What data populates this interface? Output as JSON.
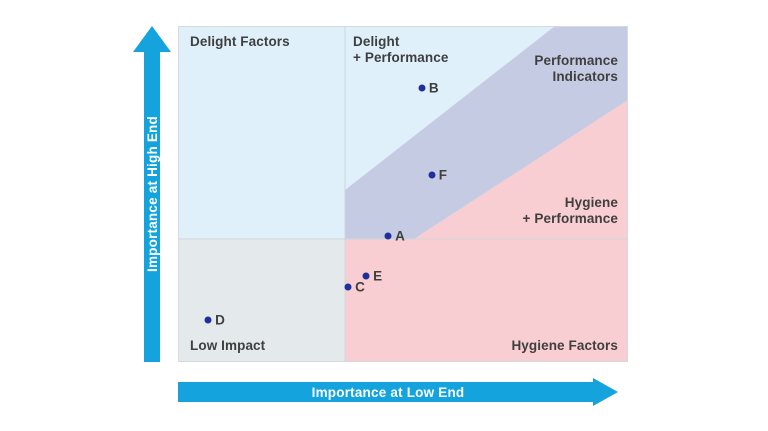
{
  "chart_data": {
    "type": "scatter",
    "title": "",
    "xlabel": "Importance at Low End",
    "ylabel": "Importance at High End",
    "xlim": [
      0,
      100
    ],
    "ylim": [
      0,
      100
    ],
    "grid": false,
    "legend": "none",
    "quadrants": [
      {
        "id": "delight-factors",
        "label": "Delight Factors",
        "color": "#dff0fa"
      },
      {
        "id": "delight-performance",
        "label": "Delight\n+ Performance",
        "color": "#dff0fa"
      },
      {
        "id": "performance-indicators",
        "label": "Performance\nIndicators",
        "color": "#c6cbe4"
      },
      {
        "id": "hygiene-performance",
        "label": "Hygiene\n+ Performance",
        "color": "#f8ced2"
      },
      {
        "id": "low-impact",
        "label": "Low Impact",
        "color": "#e4e9ec"
      },
      {
        "id": "hygiene-factors",
        "label": "Hygiene Factors",
        "color": "#f8ced2"
      }
    ],
    "points": [
      {
        "label": "A",
        "x": 46.7,
        "y": 37.5
      },
      {
        "label": "B",
        "x": 54.2,
        "y": 81.5
      },
      {
        "label": "C",
        "x": 37.8,
        "y": 22.3
      },
      {
        "label": "D",
        "x": 6.7,
        "y": 12.5
      },
      {
        "label": "E",
        "x": 41.8,
        "y": 25.6
      },
      {
        "label": "F",
        "x": 56.4,
        "y": 55.7
      }
    ],
    "point_color": "#1f2f9c",
    "axis_color": "#14a3dc",
    "text_color": "#3f3f3f"
  },
  "axes": {
    "y": {
      "label": "Importance at High End",
      "icon": "up-arrow-icon"
    },
    "x": {
      "label": "Importance at Low End",
      "icon": "right-arrow-icon"
    }
  }
}
